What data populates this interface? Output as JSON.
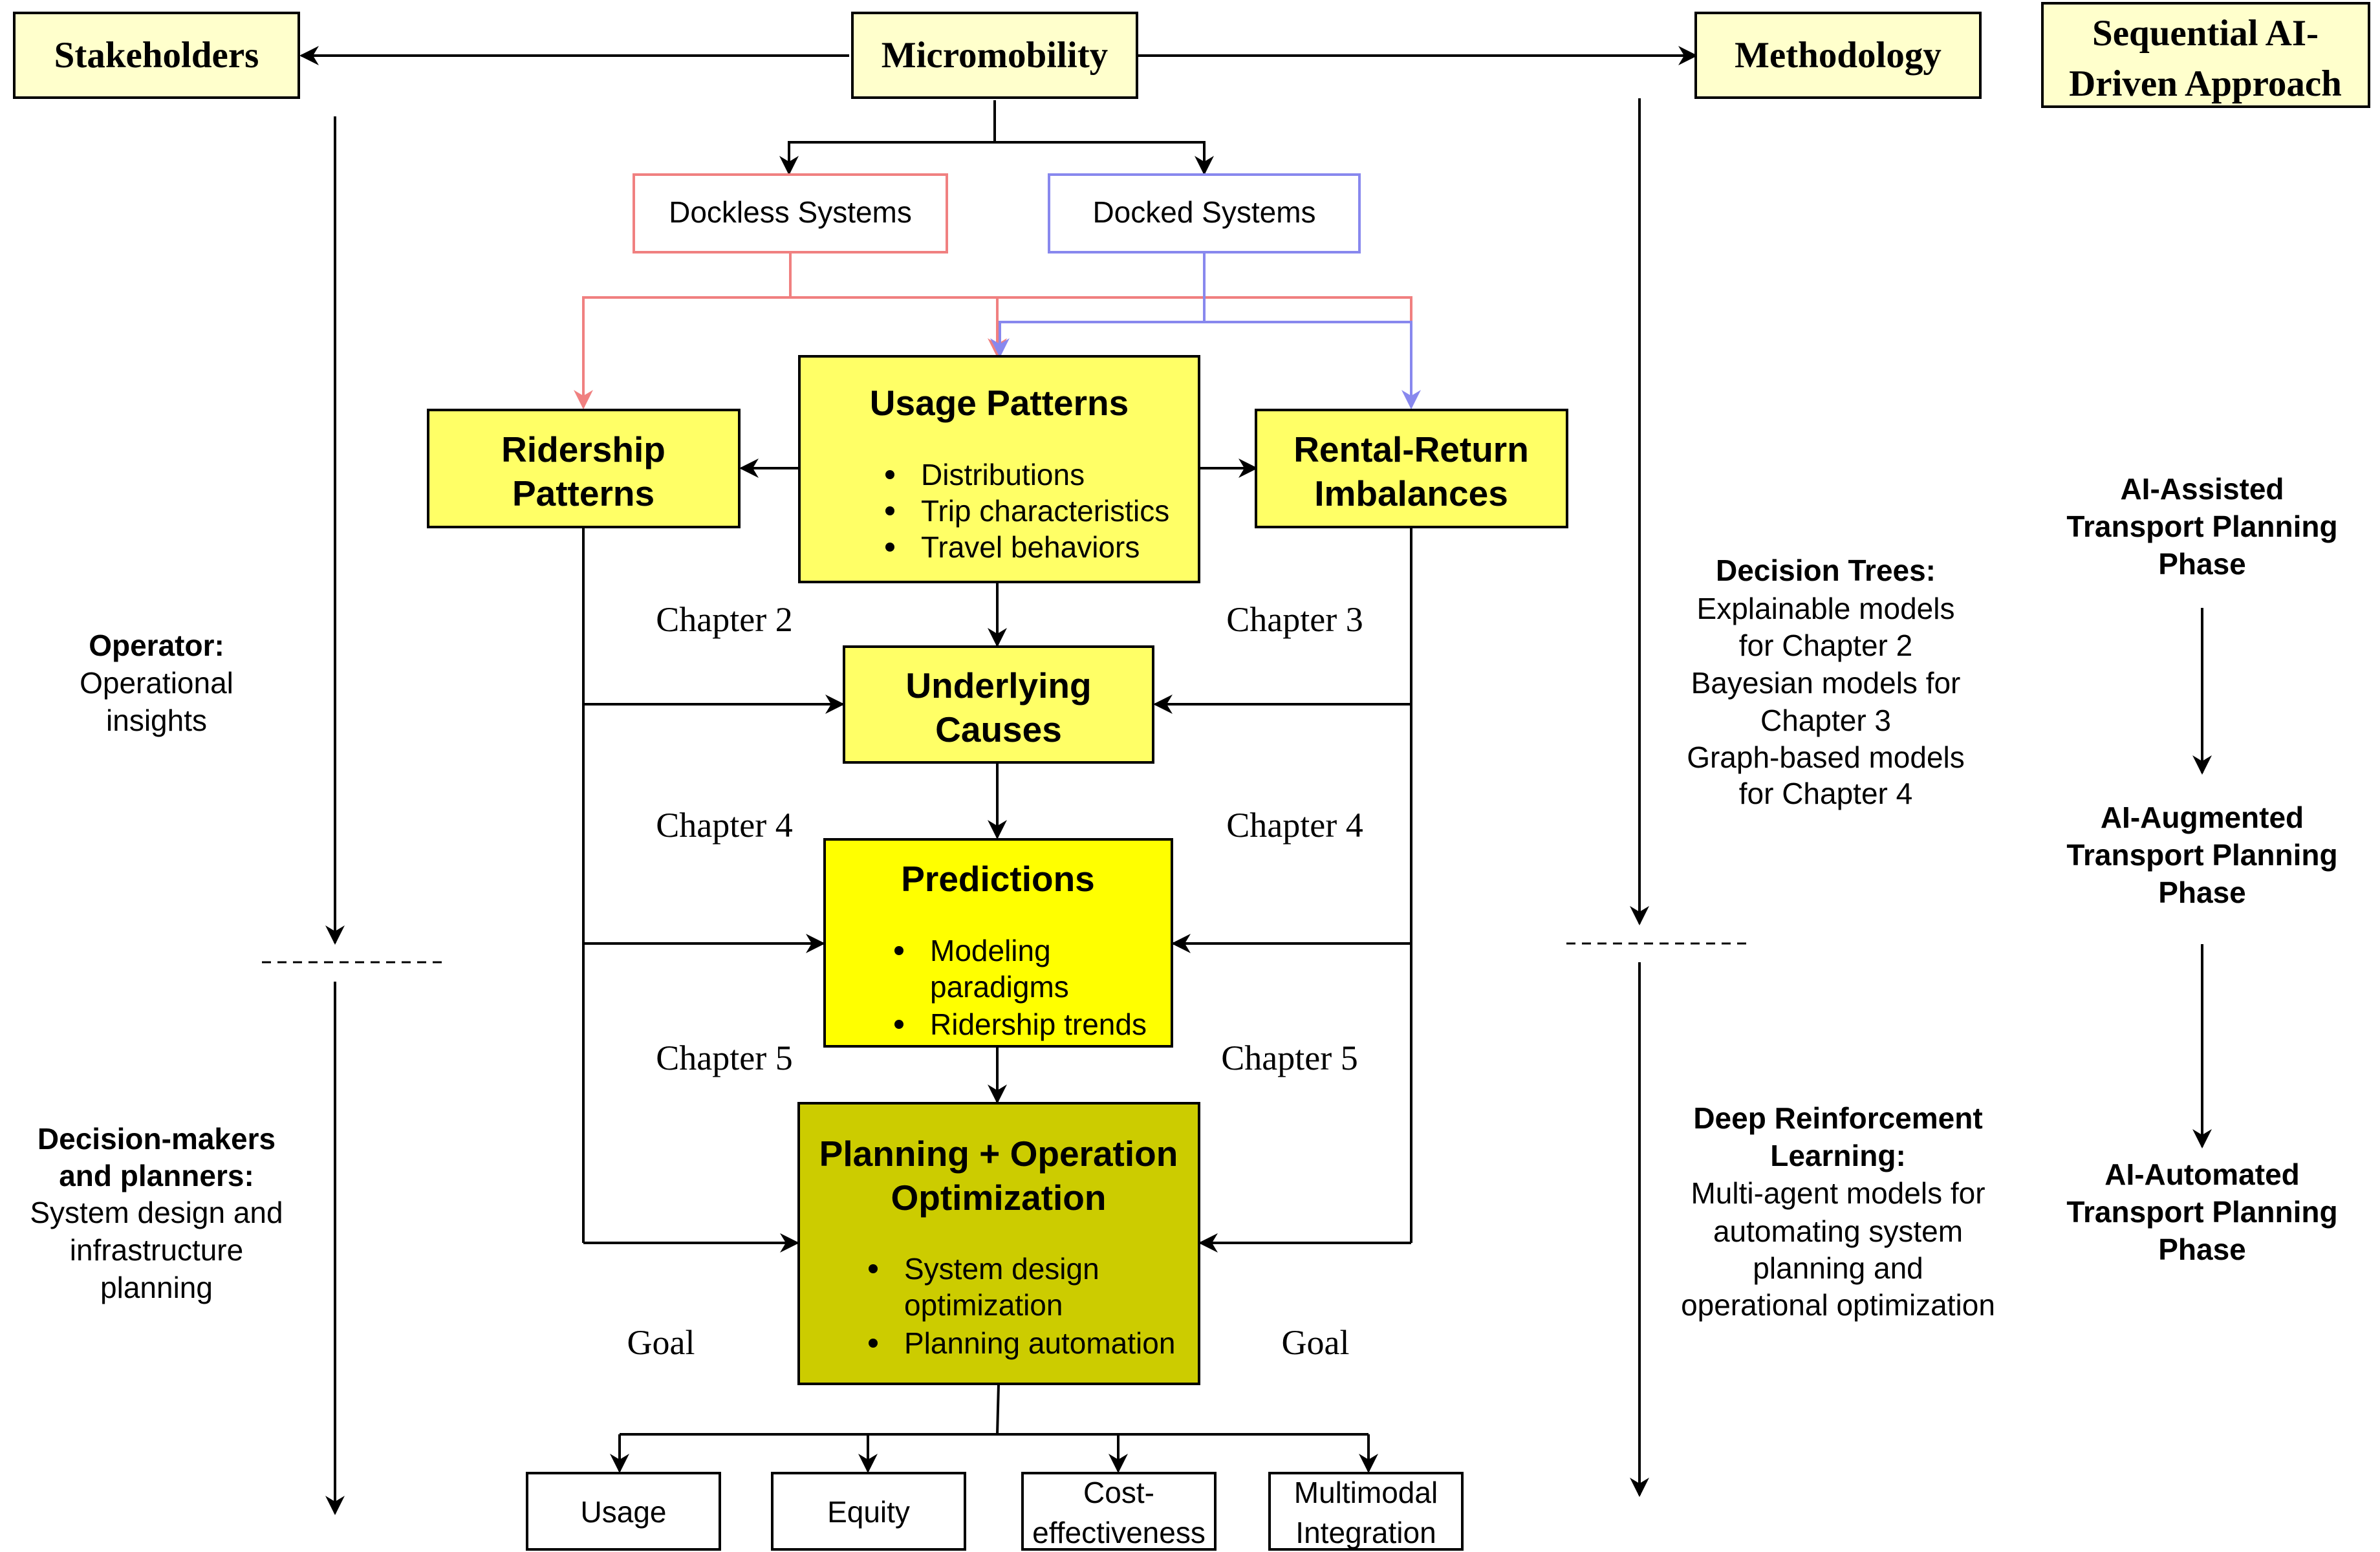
{
  "colors": {
    "header_fill": "#ffffcc",
    "yellow_box": "#ffff66",
    "predictions_box": "#ffff00",
    "planning_box": "#cccc00",
    "dockless_border": "#f08080",
    "docked_border": "#8888ee",
    "arrow": "#000000"
  },
  "headers": {
    "stakeholders": "Stakeholders",
    "micromobility": "Micromobility",
    "methodology": "Methodology",
    "approach_line1": "Sequential AI-",
    "approach_line2": "Driven Approach"
  },
  "systems": {
    "dockless": "Dockless Systems",
    "docked": "Docked Systems"
  },
  "usage_patterns": {
    "title": "Usage Patterns",
    "bullets": [
      "Distributions",
      "Trip characteristics",
      "Travel behaviors"
    ]
  },
  "ridership_patterns": {
    "line1": "Ridership",
    "line2": "Patterns"
  },
  "rental_return": {
    "line1": "Rental-Return",
    "line2": "Imbalances"
  },
  "underlying_causes": {
    "line1": "Underlying",
    "line2": "Causes"
  },
  "predictions": {
    "title": "Predictions",
    "bullet1_line1": "Modeling",
    "bullet1_line2": "paradigms",
    "bullet2": "Ridership trends"
  },
  "planning": {
    "title_line1": "Planning + Operation",
    "title_line2": "Optimization",
    "bullet1_line1": "System design",
    "bullet1_line2": "optimization",
    "bullet2": "Planning automation"
  },
  "chapters": {
    "left_2": "Chapter 2",
    "right_3": "Chapter 3",
    "left_4": "Chapter 4",
    "right_4": "Chapter 4",
    "left_5": "Chapter 5",
    "right_5": "Chapter 5",
    "left_goal": "Goal",
    "right_goal": "Goal"
  },
  "goals": {
    "usage": "Usage",
    "equity": "Equity",
    "cost_line1": "Cost-",
    "cost_line2": "effectiveness",
    "multimodal_line1": "Multimodal",
    "multimodal_line2": "Integration"
  },
  "stakeholders_col": {
    "operator_label": "Operator:",
    "operator_lines": [
      "Operational",
      "insights"
    ],
    "dm_label_lines": [
      "Decision-makers",
      "and planners:"
    ],
    "dm_lines": [
      "System design and",
      "infrastructure",
      "planning"
    ]
  },
  "methodology_col": {
    "dt_label": "Decision Trees:",
    "dt_lines": [
      "Explainable models",
      "for Chapter 2",
      "Bayesian models for",
      "Chapter 3",
      "Graph-based models",
      "for Chapter 4"
    ],
    "drl_label_lines": [
      "Deep Reinforcement",
      "Learning:"
    ],
    "drl_lines": [
      "Multi-agent models for",
      "automating system",
      "planning and",
      "operational optimization"
    ]
  },
  "approach_col": {
    "phase1": [
      "AI-Assisted",
      "Transport Planning",
      "Phase"
    ],
    "phase2": [
      "AI-Augmented",
      "Transport Planning",
      "Phase"
    ],
    "phase3": [
      "AI-Automated",
      "Transport Planning",
      "Phase"
    ]
  }
}
